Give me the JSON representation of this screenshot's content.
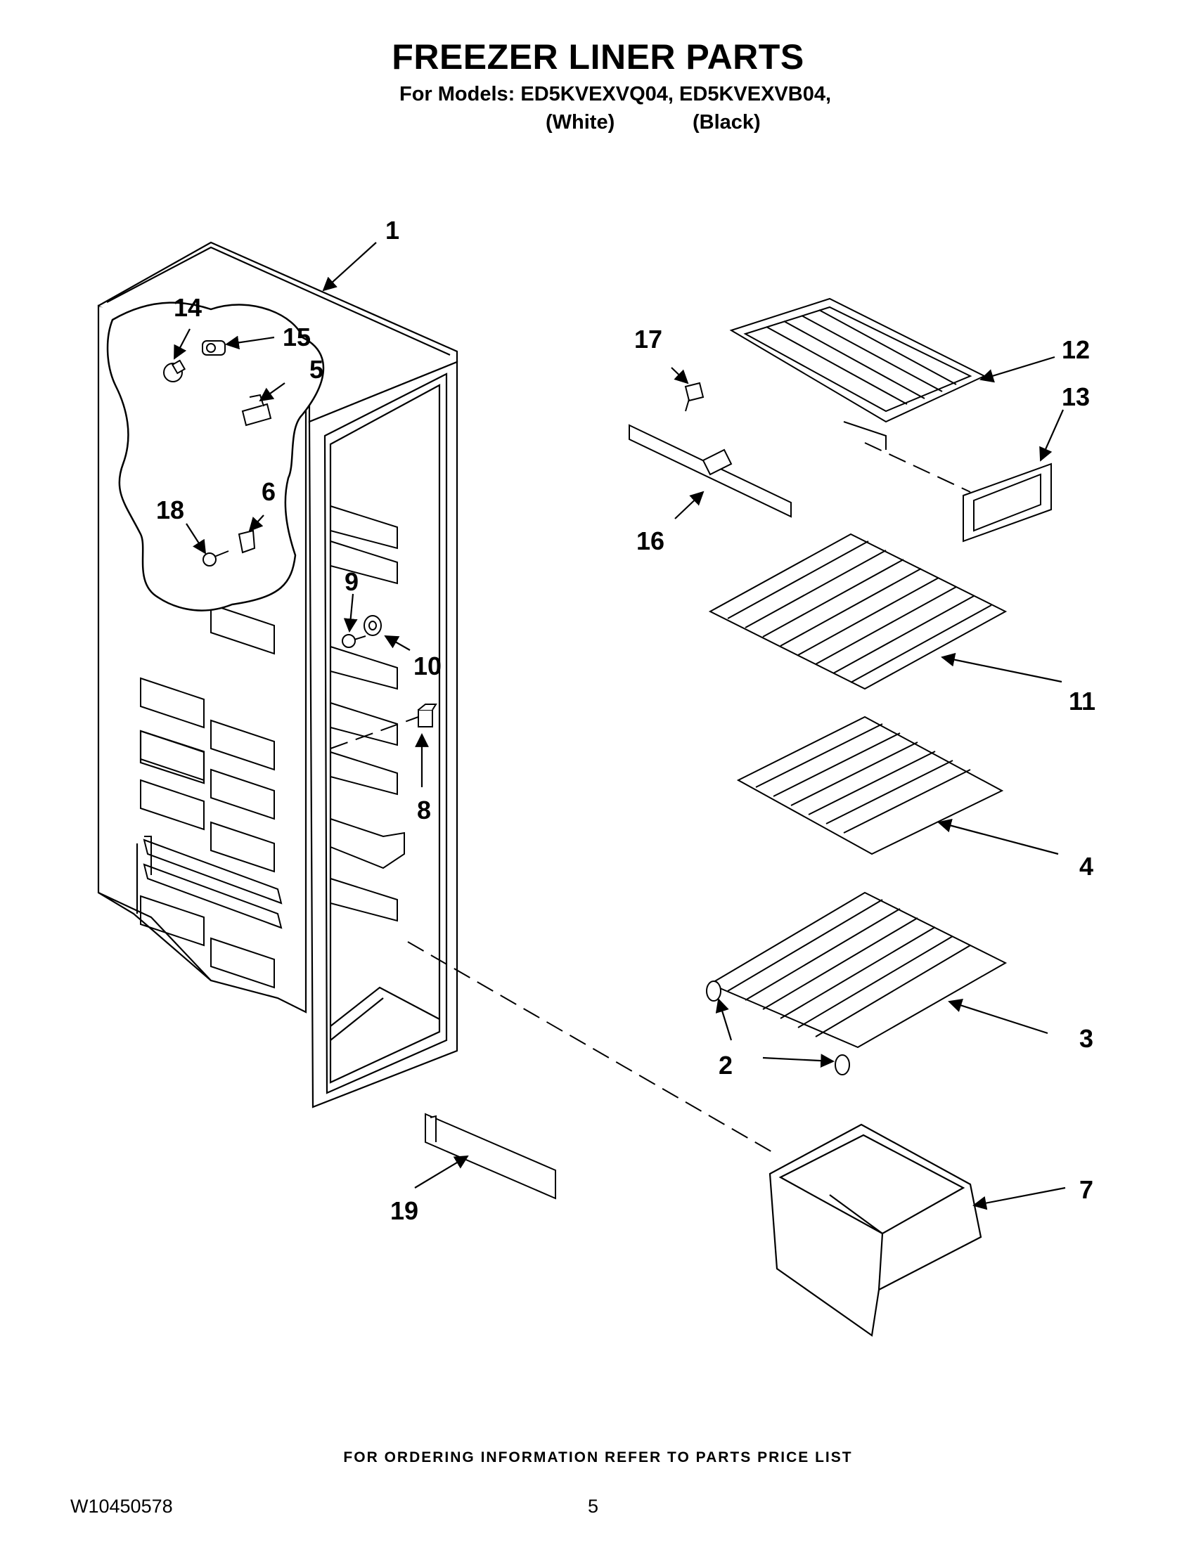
{
  "page": {
    "title": "FREEZER LINER PARTS",
    "models_line": "For Models: ED5KVEXVQ04, ED5KVEXVB04,",
    "color_white": "(White)",
    "color_black": "(Black)",
    "ordering_note": "FOR ORDERING INFORMATION REFER TO PARTS PRICE LIST",
    "document_number": "W10450578",
    "page_number": "5"
  },
  "callouts": {
    "c1": "1",
    "c2": "2",
    "c3": "3",
    "c4": "4",
    "c5": "5",
    "c6": "6",
    "c7": "7",
    "c8": "8",
    "c9": "9",
    "c10": "10",
    "c11": "11",
    "c12": "12",
    "c13": "13",
    "c14": "14",
    "c15": "15",
    "c16": "16",
    "c17": "17",
    "c18": "18",
    "c19": "19"
  }
}
